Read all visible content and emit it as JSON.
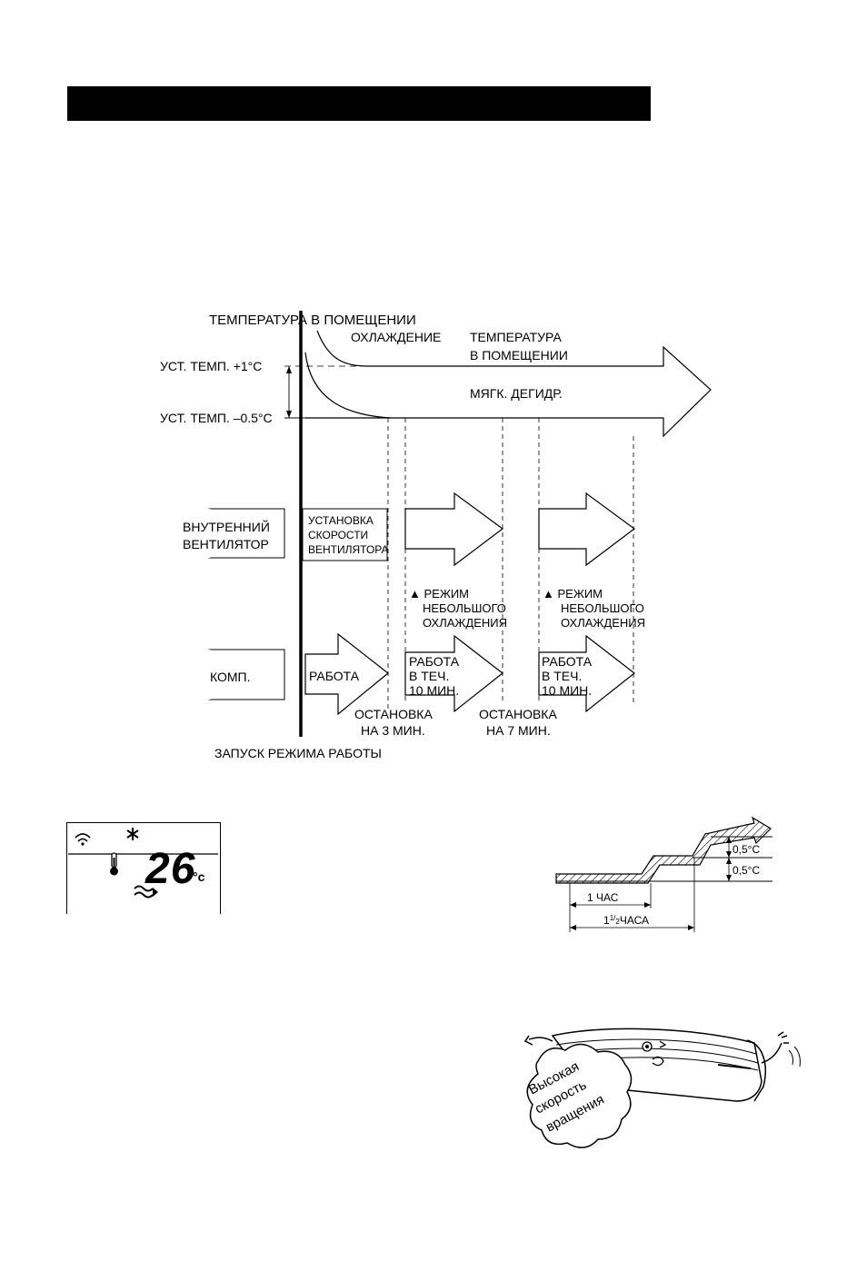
{
  "colors": {
    "ink": "#000000",
    "paper": "#ffffff"
  },
  "main_chart": {
    "room_temp_axis": "ТЕМПЕРАТУРА В ПОМЕЩЕНИИ",
    "cooling": "ОХЛАЖДЕНИЕ",
    "room_temp_line1": "ТЕМПЕРАТУРА",
    "room_temp_line2": "В ПОМЕЩЕНИИ",
    "set_plus": "УСТ. ТЕМП. +1°C",
    "set_minus": "УСТ. ТЕМП. –0.5°C",
    "soft_dry": "МЯГК. ДЕГИДР.",
    "indoor_fan_line1": "ВНУТРЕННИЙ",
    "indoor_fan_line2": "ВЕНТИЛЯТОР",
    "fan_speed_line1": "УСТАНОВКА",
    "fan_speed_line2": "СКОРОСТИ",
    "fan_speed_line3": "ВЕНТИЛЯТОРА",
    "light_cool_line1": "▲ РЕЖИМ",
    "light_cool_line2": "НЕБОЛЬШОГО",
    "light_cool_line3": "ОХЛАЖДЕНИЯ",
    "compressor": "КОМП.",
    "work": "РАБОТА",
    "work10_line1": "РАБОТА",
    "work10_line2": "В ТЕЧ.",
    "work10_line3": "10 МИН.",
    "stop_label": "ОСТАНОВКА",
    "stop3": "НА 3 МИН.",
    "stop7": "НА 7 МИН.",
    "start": "ЗАПУСК РЕЖИМА РАБОТЫ"
  },
  "lcd": {
    "temperature": "26",
    "unit": "°c"
  },
  "sleep_chart": {
    "step1": "0,5°C",
    "step2": "0,5°C",
    "one_hour": "1 ЧАС",
    "one_and_half_prefix": "1",
    "one_and_half_frac_num": "1",
    "one_and_half_frac_den": "2",
    "one_and_half_suffix": "ЧАСА"
  },
  "cartoon": {
    "line1": "Высокая",
    "line2": "скорость",
    "line3": "вращения"
  },
  "icons": [
    "signal-icon",
    "snowflake-icon",
    "thermometer-icon",
    "airflow-icon",
    "air-conditioner-icon"
  ]
}
